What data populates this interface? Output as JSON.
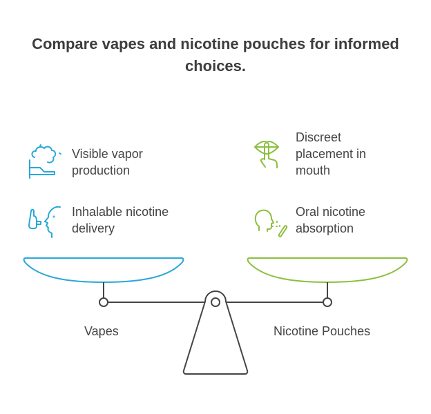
{
  "title": "Compare vapes and nicotine pouches for informed choices.",
  "colors": {
    "vapes": "#29a8d8",
    "pouches": "#8cbf3f",
    "scale": "#444444"
  },
  "left": {
    "label": "Vapes",
    "items": [
      {
        "text": "Visible vapor production",
        "icon": "vapor-cloud-icon"
      },
      {
        "text": "Inhalable nicotine delivery",
        "icon": "inhaler-icon"
      }
    ]
  },
  "right": {
    "label": "Nicotine Pouches",
    "items": [
      {
        "text": "Discreet placement in mouth",
        "icon": "lips-finger-icon"
      },
      {
        "text": "Oral nicotine absorption",
        "icon": "oral-absorption-icon"
      }
    ]
  }
}
